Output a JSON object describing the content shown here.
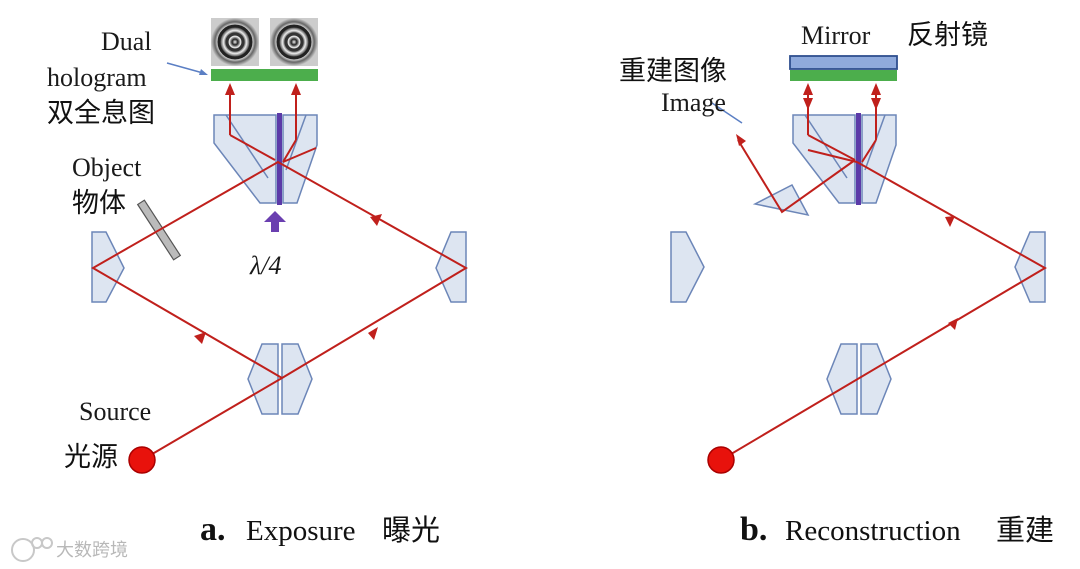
{
  "colors": {
    "beam": "#c0201c",
    "prism_fill": "#dde5f1",
    "prism_stroke": "#6c86b8",
    "waveplate": "#5b3aa8",
    "hologram_plate": "#4cae4c",
    "mirror_plate": "#8faadc",
    "source": "#e8120c",
    "lambda_arrow": "#6a3fb0"
  },
  "panel_a": {
    "dual_hologram_label_line1": "Dual",
    "dual_hologram_label_line2": "hologram",
    "dual_hologram_label_zh": "双全息图",
    "object_label": "Object",
    "object_label_zh": "物体",
    "waveplate_label": "λ/4",
    "source_label": "Source",
    "source_label_zh": "光源",
    "caption_letter": "a.",
    "caption_text": "Exposure",
    "caption_zh": "曝光"
  },
  "panel_b": {
    "mirror_label": "Mirror",
    "mirror_label_zh": "反射镜",
    "image_label_zh": "重建图像",
    "image_label": "Image",
    "caption_letter": "b.",
    "caption_text": "Reconstruction",
    "caption_zh": "重建"
  },
  "watermark": {
    "icon": "double-circle-logo-icon",
    "text": "大数跨境"
  }
}
